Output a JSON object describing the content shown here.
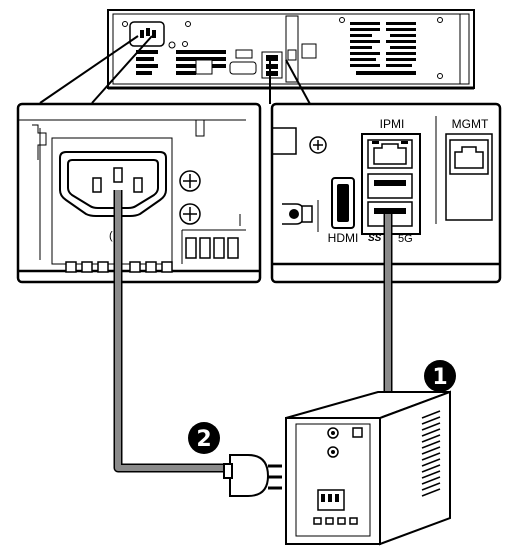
{
  "labels": {
    "ipmi": "IPMI",
    "mgmt": "MGMT",
    "hdmi": "HDMI",
    "usb_ss": "SS",
    "usb_5g": "5G"
  },
  "callouts": [
    {
      "number": "1"
    },
    {
      "number": "2"
    }
  ],
  "colors": {
    "line": "#000000",
    "cable": "#8a8a8a",
    "badge": "#000000",
    "background": "#ffffff"
  },
  "icons": [
    "ac-power-inlet-icon",
    "grounding-screw-icon",
    "ethernet-port-icon",
    "usb-port-icon",
    "hdmi-port-icon",
    "power-plug-icon",
    "ups-unit-icon"
  ]
}
